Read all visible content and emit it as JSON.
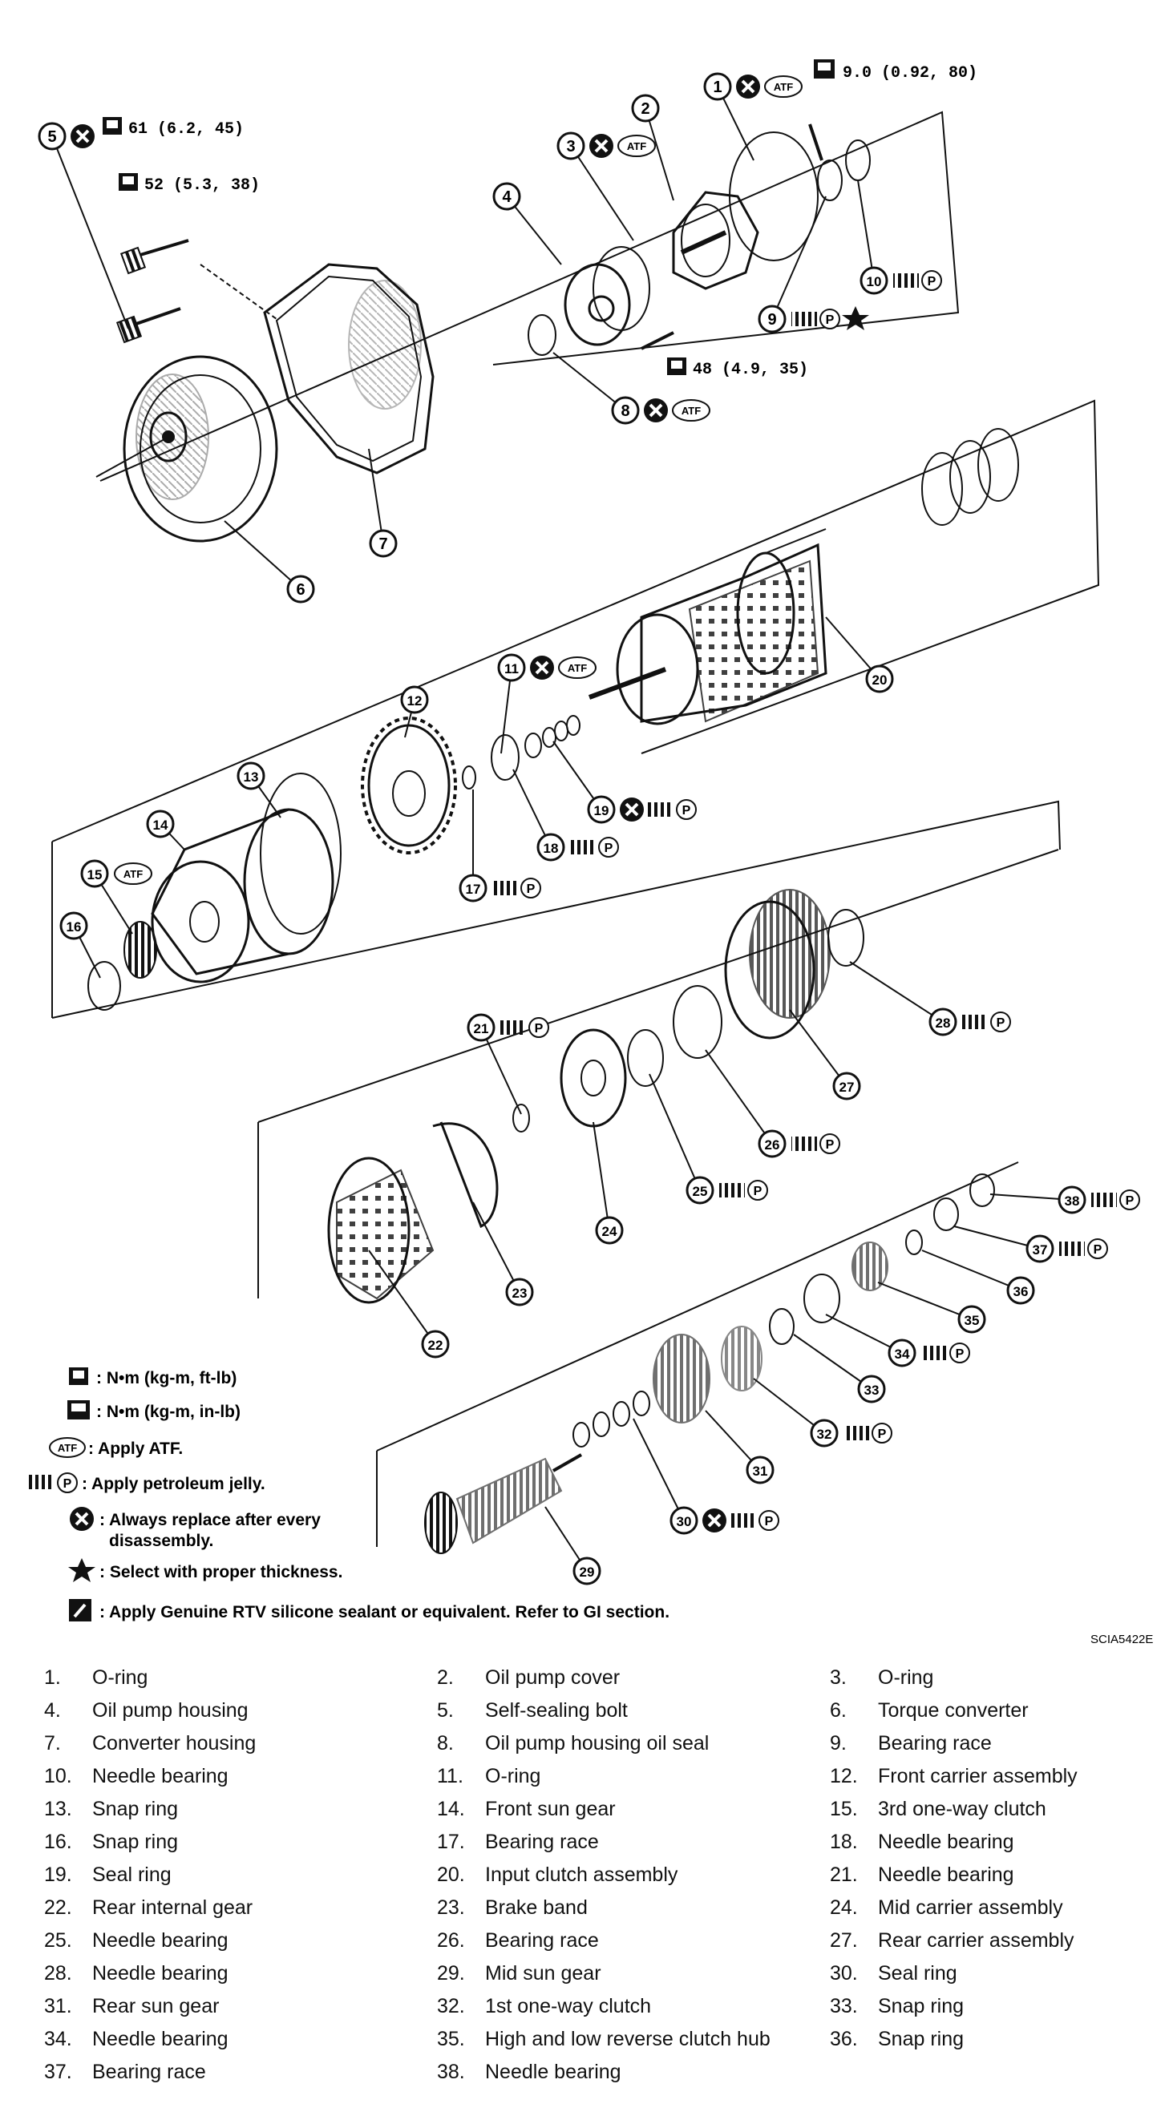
{
  "diagram_code": "SCIA5422E",
  "torque_specs": {
    "bolt_5": "61 (6.2, 45)",
    "bolt_52": "52 (5.3, 38)",
    "bolt_pump_cover": "9.0 (0.92, 80)",
    "bolt_pump_housing": "48 (4.9, 35)"
  },
  "atf_badge": "ATF",
  "p_badge": "P",
  "callout_numbers": [
    "1",
    "2",
    "3",
    "4",
    "5",
    "6",
    "7",
    "8",
    "9",
    "10",
    "11",
    "12",
    "13",
    "14",
    "15",
    "16",
    "17",
    "18",
    "19",
    "20",
    "21",
    "22",
    "23",
    "24",
    "25",
    "26",
    "27",
    "28",
    "29",
    "30",
    "31",
    "32",
    "33",
    "34",
    "35",
    "36",
    "37",
    "38"
  ],
  "legend": {
    "torque_ftlb": ": N•m  (kg-m,  ft-lb)",
    "torque_inlb": ": N•m  (kg-m,  in-lb)",
    "apply_atf": ": Apply ATF.",
    "apply_jelly": ": Apply petroleum jelly.",
    "always_replace_1": ": Always replace after every",
    "always_replace_2": "disassembly.",
    "select_thickness": ": Select with proper thickness.",
    "apply_rtv": ": Apply Genuine RTV silicone sealant or equivalent. Refer to GI section."
  },
  "parts": [
    {
      "num": "1.",
      "name": "O-ring"
    },
    {
      "num": "2.",
      "name": "Oil pump cover"
    },
    {
      "num": "3.",
      "name": "O-ring"
    },
    {
      "num": "4.",
      "name": "Oil pump housing"
    },
    {
      "num": "5.",
      "name": "Self-sealing bolt"
    },
    {
      "num": "6.",
      "name": "Torque converter"
    },
    {
      "num": "7.",
      "name": "Converter housing"
    },
    {
      "num": "8.",
      "name": "Oil pump housing oil seal"
    },
    {
      "num": "9.",
      "name": "Bearing race"
    },
    {
      "num": "10.",
      "name": "Needle bearing"
    },
    {
      "num": "11.",
      "name": "O-ring"
    },
    {
      "num": "12.",
      "name": "Front carrier assembly"
    },
    {
      "num": "13.",
      "name": "Snap ring"
    },
    {
      "num": "14.",
      "name": "Front sun gear"
    },
    {
      "num": "15.",
      "name": "3rd one-way clutch"
    },
    {
      "num": "16.",
      "name": "Snap ring"
    },
    {
      "num": "17.",
      "name": "Bearing race"
    },
    {
      "num": "18.",
      "name": "Needle bearing"
    },
    {
      "num": "19.",
      "name": "Seal ring"
    },
    {
      "num": "20.",
      "name": "Input clutch assembly"
    },
    {
      "num": "21.",
      "name": "Needle bearing"
    },
    {
      "num": "22.",
      "name": "Rear internal gear"
    },
    {
      "num": "23.",
      "name": "Brake band"
    },
    {
      "num": "24.",
      "name": "Mid carrier assembly"
    },
    {
      "num": "25.",
      "name": "Needle bearing"
    },
    {
      "num": "26.",
      "name": "Bearing race"
    },
    {
      "num": "27.",
      "name": "Rear carrier assembly"
    },
    {
      "num": "28.",
      "name": "Needle bearing"
    },
    {
      "num": "29.",
      "name": "Mid sun gear"
    },
    {
      "num": "30.",
      "name": "Seal ring"
    },
    {
      "num": "31.",
      "name": "Rear sun gear"
    },
    {
      "num": "32.",
      "name": "1st one-way clutch"
    },
    {
      "num": "33.",
      "name": "Snap ring"
    },
    {
      "num": "34.",
      "name": "Needle bearing"
    },
    {
      "num": "35.",
      "name": "High and low reverse clutch hub"
    },
    {
      "num": "36.",
      "name": "Snap ring"
    },
    {
      "num": "37.",
      "name": "Bearing race"
    },
    {
      "num": "38.",
      "name": "Needle bearing"
    }
  ]
}
